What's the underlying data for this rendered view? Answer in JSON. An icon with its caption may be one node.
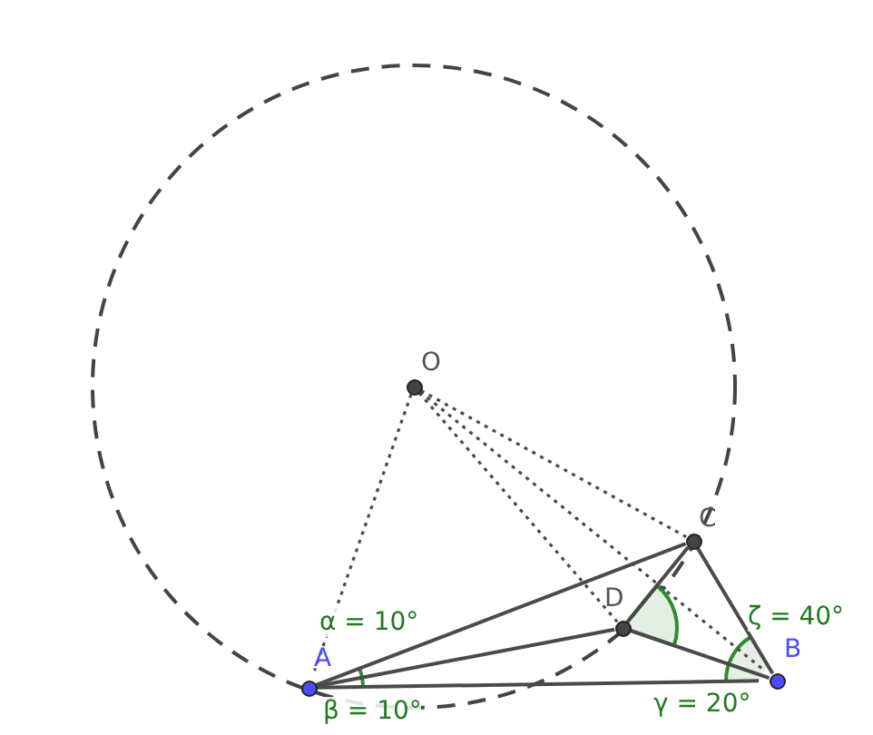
{
  "diagram": {
    "nodes": [
      {
        "text": [
          "O"
        ]
      },
      {
        "text": [
          "C"
        ]
      },
      {
        "text": [
          "D"
        ]
      },
      {
        "text": [
          "A"
        ]
      },
      {
        "text": [
          "B"
        ]
      }
    ],
    "edges": [
      {
        "from": 3,
        "to": 4,
        "arrow": "none"
      },
      {
        "from": 3,
        "to": 1,
        "arrow": "none"
      },
      {
        "from": 3,
        "to": 2,
        "arrow": "none"
      },
      {
        "from": 4,
        "to": 1,
        "arrow": "none"
      },
      {
        "from": 4,
        "to": 2,
        "arrow": "none"
      },
      {
        "from": 2,
        "to": 1,
        "arrow": "none"
      },
      {
        "from": 0,
        "to": 3,
        "arrow": "none",
        "style": "dashed"
      },
      {
        "from": 0,
        "to": 2,
        "arrow": "none",
        "style": "dashed"
      },
      {
        "from": 0,
        "to": 1,
        "arrow": "none",
        "style": "dashed"
      },
      {
        "from": 0,
        "to": 4,
        "arrow": "none",
        "style": "dashed"
      }
    ],
    "labels": [
      "ζ = 40°",
      "α = 10°",
      "γ = 20°",
      "β = 10°"
    ]
  }
}
